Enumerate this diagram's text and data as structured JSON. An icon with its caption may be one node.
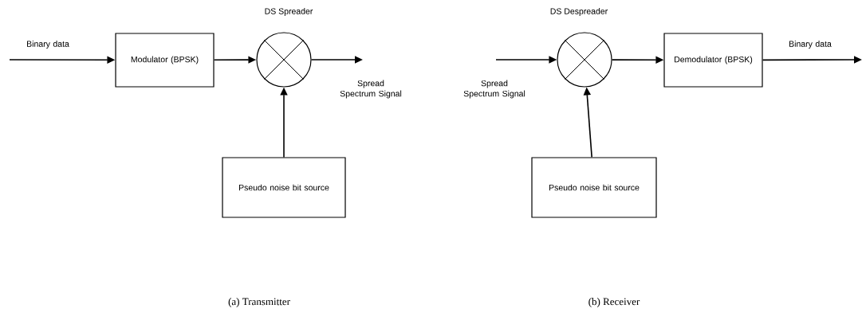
{
  "diagram": {
    "nodes": [
      {
        "text": [
          "Modulator (BPSK)"
        ]
      },
      {
        "text": [
          "DS Spreader"
        ]
      },
      {
        "text": [
          "Pseudo noise bit source"
        ]
      },
      {
        "text": [
          "DS Despreader"
        ]
      },
      {
        "text": [
          "Pseudo noise bit source"
        ]
      },
      {
        "text": [
          "Demodulator (BPSK)"
        ]
      }
    ],
    "edges": [
      {
        "from": null,
        "to": 0,
        "arrow": "to",
        "label": "Binary data"
      },
      {
        "from": 0,
        "to": 1,
        "arrow": "to"
      },
      {
        "from": 1,
        "to": null,
        "arrow": "to",
        "label": "Spread Spectrum Signal"
      },
      {
        "from": 2,
        "to": 1,
        "arrow": "to"
      },
      {
        "from": null,
        "to": 3,
        "arrow": "to",
        "label": "Spread Spectrum Signal"
      },
      {
        "from": 4,
        "to": 3,
        "arrow": "to"
      },
      {
        "from": 3,
        "to": 5,
        "arrow": "to"
      },
      {
        "from": 5,
        "to": null,
        "arrow": "to",
        "label": "Binary data"
      }
    ],
    "labels": [
      "(a) Transmitter",
      "(b) Receiver"
    ]
  }
}
